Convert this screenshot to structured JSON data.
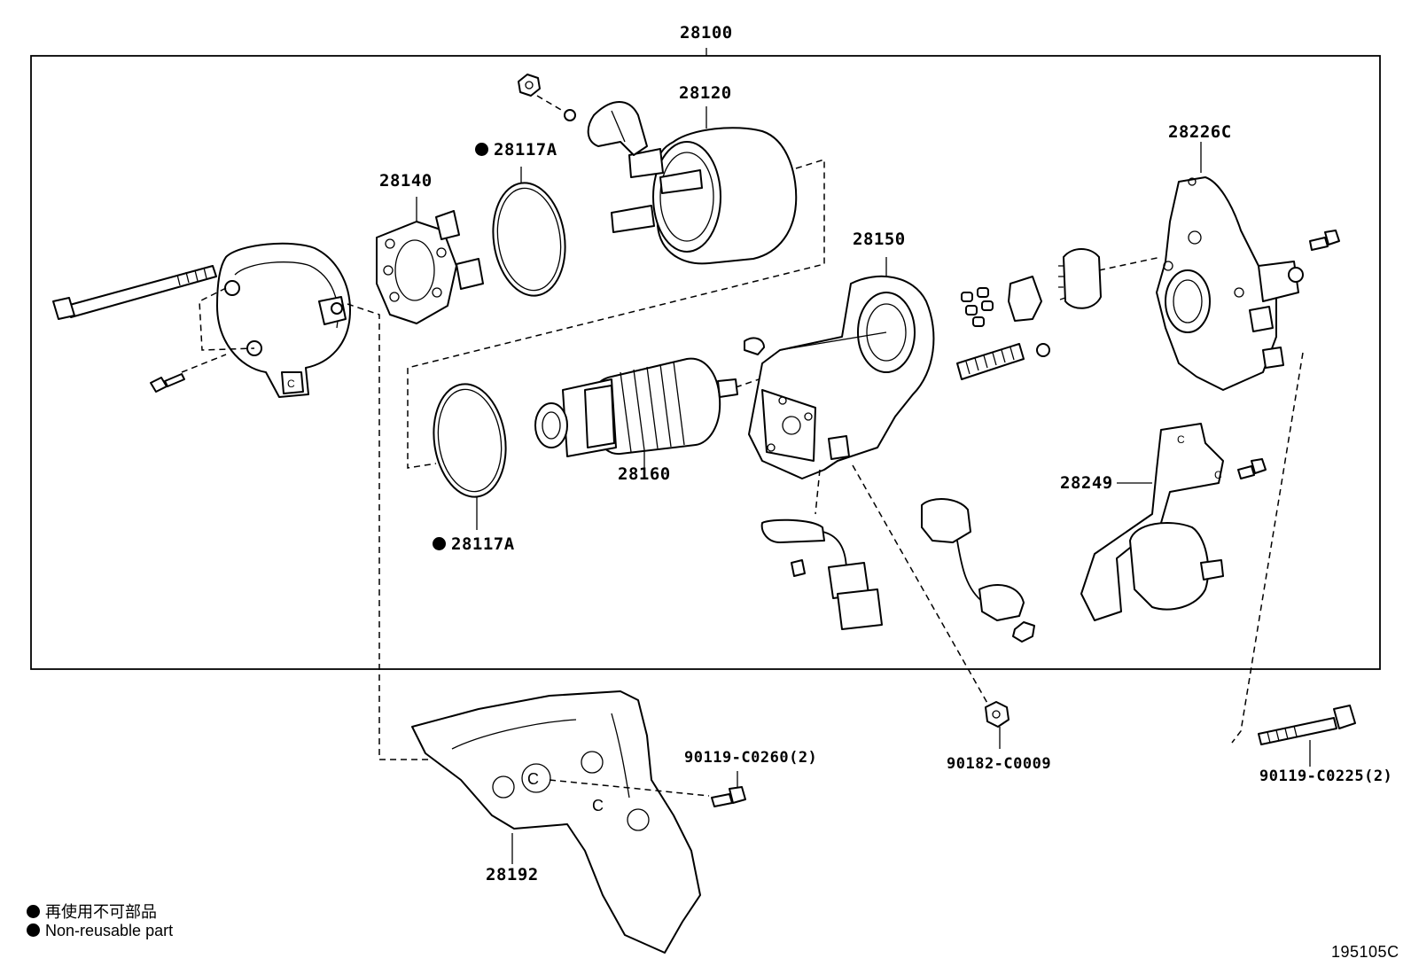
{
  "labels": {
    "assembly": "28100",
    "solenoid": "28120",
    "oring_top": "28117A",
    "brush_holder": "28140",
    "housing": "28150",
    "armature": "28160",
    "oring_bottom": "28117A",
    "drive_housing": "28226C",
    "bracket": "28249",
    "heat_shield": "28192",
    "bolt_shield": "90119-C0260(2)",
    "nut": "90182-C0009",
    "bolt_mount": "90119-C0225(2)"
  },
  "legend": {
    "japanese": "再使用不可部品",
    "english": "Non-reusable part"
  },
  "figure_id": "195105C"
}
